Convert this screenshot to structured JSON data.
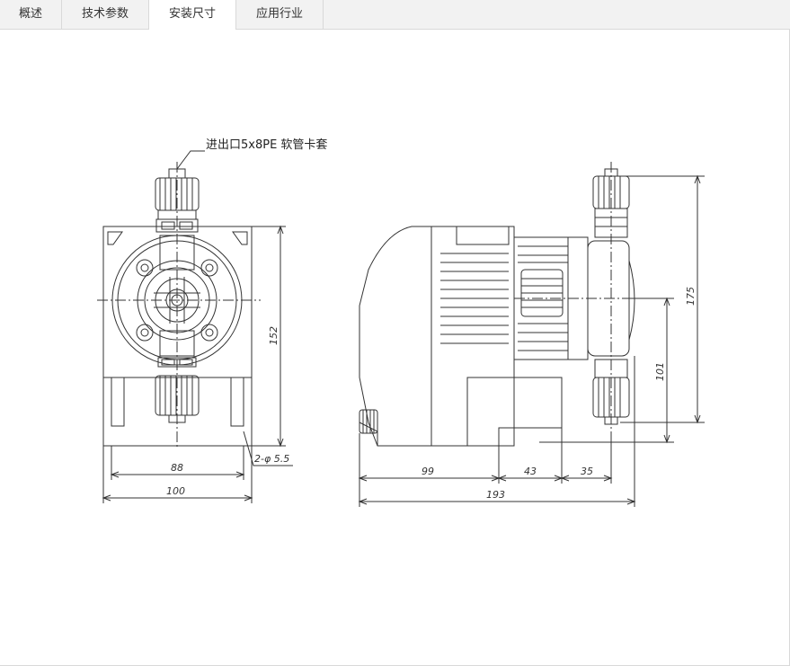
{
  "tabs": [
    {
      "label": "概述",
      "active": false
    },
    {
      "label": "技术参数",
      "active": false
    },
    {
      "label": "安装尺寸",
      "active": true
    },
    {
      "label": "应用行业",
      "active": false
    }
  ],
  "drawing": {
    "inlet_note": "进出口5x8PE 软管卡套",
    "front_view": {
      "height_dim": "152",
      "inner_width_dim": "88",
      "outer_width_dim": "100",
      "hole_note": "2-φ 5.5"
    },
    "side_view": {
      "total_height_dim": "175",
      "lower_height_dim": "101",
      "width_segment_1": "99",
      "width_segment_2": "43",
      "width_segment_3": "35",
      "total_width_dim": "193"
    }
  },
  "colors": {
    "tab_bg": "#f2f2f2",
    "border": "#d9d9d9",
    "line": "#333333"
  }
}
